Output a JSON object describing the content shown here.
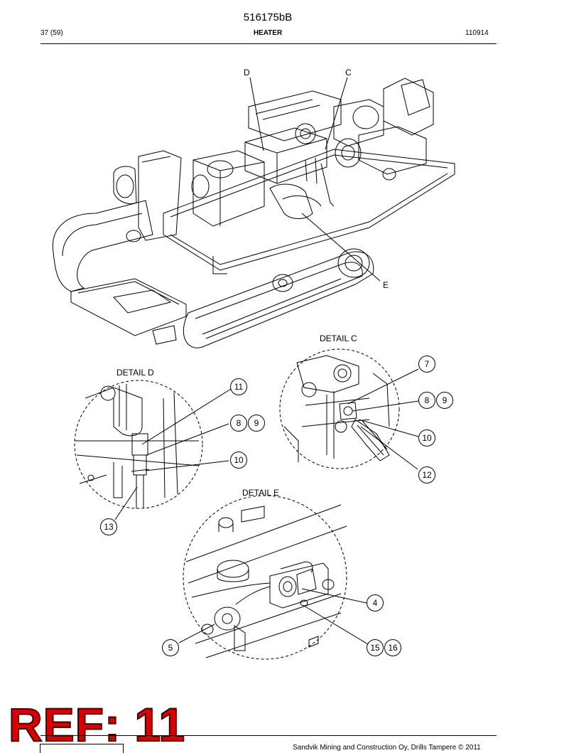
{
  "header": {
    "doc_id": "516175bB",
    "page": "37 (59)",
    "title": "HEATER",
    "date": "110914"
  },
  "main_view": {
    "callouts": [
      "D",
      "C",
      "E"
    ]
  },
  "detail_c": {
    "label": "DETAIL C",
    "items": [
      "7",
      "8",
      "9",
      "10",
      "12"
    ]
  },
  "detail_d": {
    "label": "DETAIL D",
    "items": [
      "11",
      "8",
      "9",
      "10",
      "13"
    ]
  },
  "detail_e": {
    "label": "DETAIL E",
    "items": [
      "4",
      "5",
      "15",
      "16"
    ]
  },
  "stamp": {
    "text": "REF: 11",
    "color": "#d80000"
  },
  "footer": {
    "copyright": "Sandvik Mining and Construction Oy, Drills Tampere © 2011"
  }
}
